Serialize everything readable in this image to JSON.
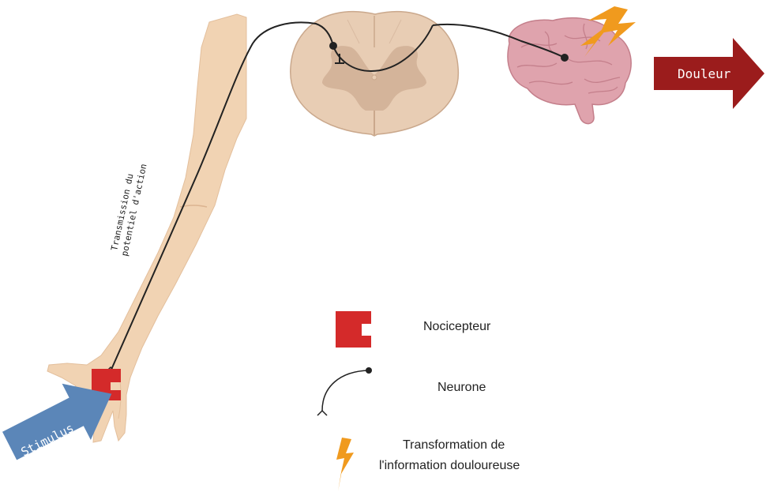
{
  "labels": {
    "transmission_line1": "Transmission du",
    "transmission_line2": "potentiel d'action",
    "stimulus": "Stimulus",
    "douleur": "Douleur"
  },
  "legend": {
    "nocicepteur": "Nocicepteur",
    "neurone": "Neurone",
    "transformation_line1": "Transformation de",
    "transformation_line2": "l'information douloureuse"
  },
  "colors": {
    "skin": "#f1d3b3",
    "spinal_cord": "#e8cdb4",
    "grey_matter": "#d4b49a",
    "brain": "#dfa3ad",
    "nociceptor": "#d42a2a",
    "stimulus_arrow": "#5b86b8",
    "douleur_arrow": "#9b1c1c",
    "lightning": "#f09a1e"
  }
}
